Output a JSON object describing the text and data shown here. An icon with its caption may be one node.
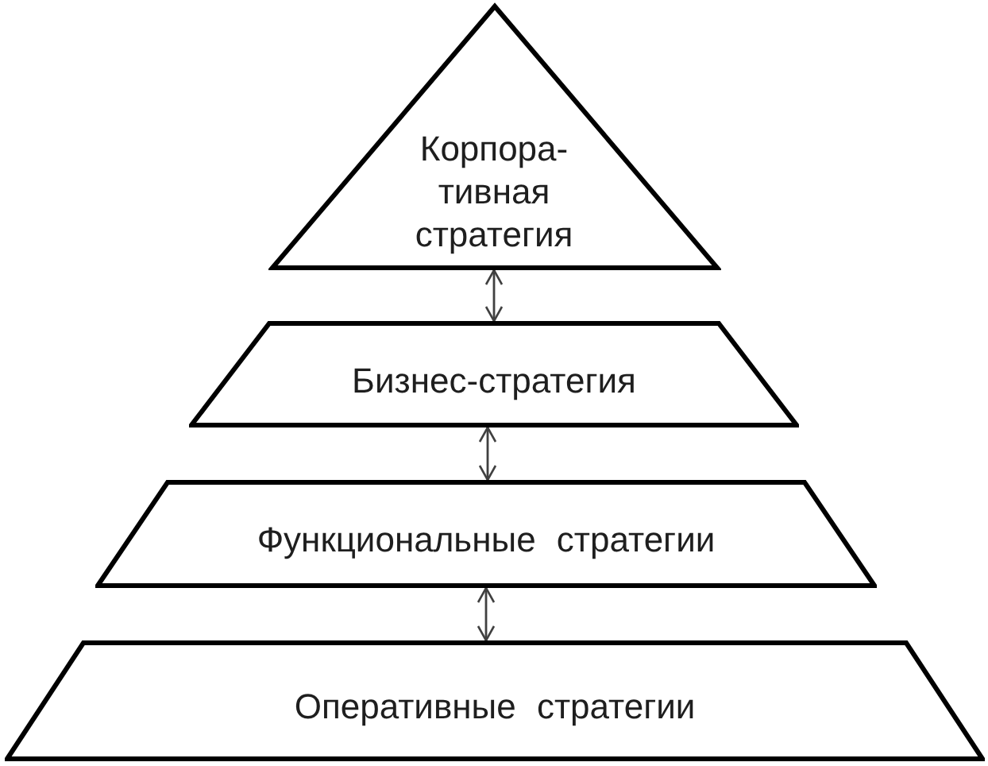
{
  "diagram": {
    "nodes": [
      {
        "text": [
          "Корпора- тивная стратегия"
        ]
      },
      {
        "text": [
          "Бизнес-стратегия"
        ]
      },
      {
        "text": [
          "Функциональные стратегии"
        ]
      },
      {
        "text": [
          "Оперативные стратегии"
        ]
      }
    ],
    "edges": [
      {
        "from": 0,
        "to": 1,
        "arrow": "both"
      },
      {
        "from": 1,
        "to": 2,
        "arrow": "both"
      },
      {
        "from": 2,
        "to": 3,
        "arrow": "both"
      }
    ]
  }
}
